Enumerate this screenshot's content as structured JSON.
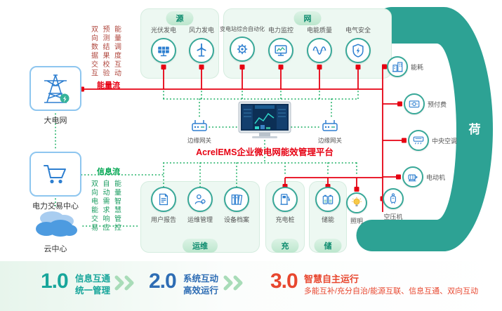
{
  "colors": {
    "energy_flow": "#e60012",
    "info_flow": "#00a651",
    "band": "#2da294",
    "stage1": "#18a69b",
    "stage2": "#2e6db4",
    "stage3": "#e8472f"
  },
  "left_column": {
    "grid_label": "大电网",
    "trade_label": "电力交易中心",
    "cloud_label": "云中心"
  },
  "flows": {
    "energy_label": "能量流",
    "info_label": "信息流",
    "top_notes": [
      "双向数据交互",
      "预测结果校验",
      "能量调度互动"
    ],
    "bottom_notes": [
      "双向电能交易",
      "自动需求响应",
      "能量智慧管控"
    ]
  },
  "source_panel": {
    "label": "源",
    "items": [
      {
        "label": "光伏发电"
      },
      {
        "label": "风力发电"
      }
    ]
  },
  "grid_panel": {
    "label": "网",
    "items": [
      {
        "label": "变电站综合自动化"
      },
      {
        "label": "电力监控"
      },
      {
        "label": "电能质量"
      },
      {
        "label": "电气安全"
      }
    ]
  },
  "ops_panel": {
    "label": "运维",
    "items": [
      {
        "label": "用户报告"
      },
      {
        "label": "运维管理"
      },
      {
        "label": "设备档案"
      }
    ]
  },
  "charge_panel": {
    "label": "充",
    "item_label": "充电桩"
  },
  "storage_panel": {
    "label": "储",
    "item_label": "储能"
  },
  "load_section": {
    "label": "荷",
    "items": [
      {
        "label": "能耗"
      },
      {
        "label": "预付费"
      },
      {
        "label": "中央空调"
      },
      {
        "label": "电动机"
      },
      {
        "label": "空压机"
      },
      {
        "label": "照明"
      }
    ]
  },
  "center": {
    "platform_title": "AcrelEMS企业微电网能效管理平台",
    "gateway_left_label": "边缘网关",
    "gateway_right_label": "边缘网关"
  },
  "legend": {
    "stages": [
      {
        "num": "1.0",
        "line1": "信息互通",
        "line2": "统一管理"
      },
      {
        "num": "2.0",
        "line1": "系统互动",
        "line2": "高效运行"
      },
      {
        "num": "3.0",
        "line1": "智慧自主运行",
        "line2": "多能互补/充分自治/能源互联、信息互通、双向互动"
      }
    ]
  }
}
